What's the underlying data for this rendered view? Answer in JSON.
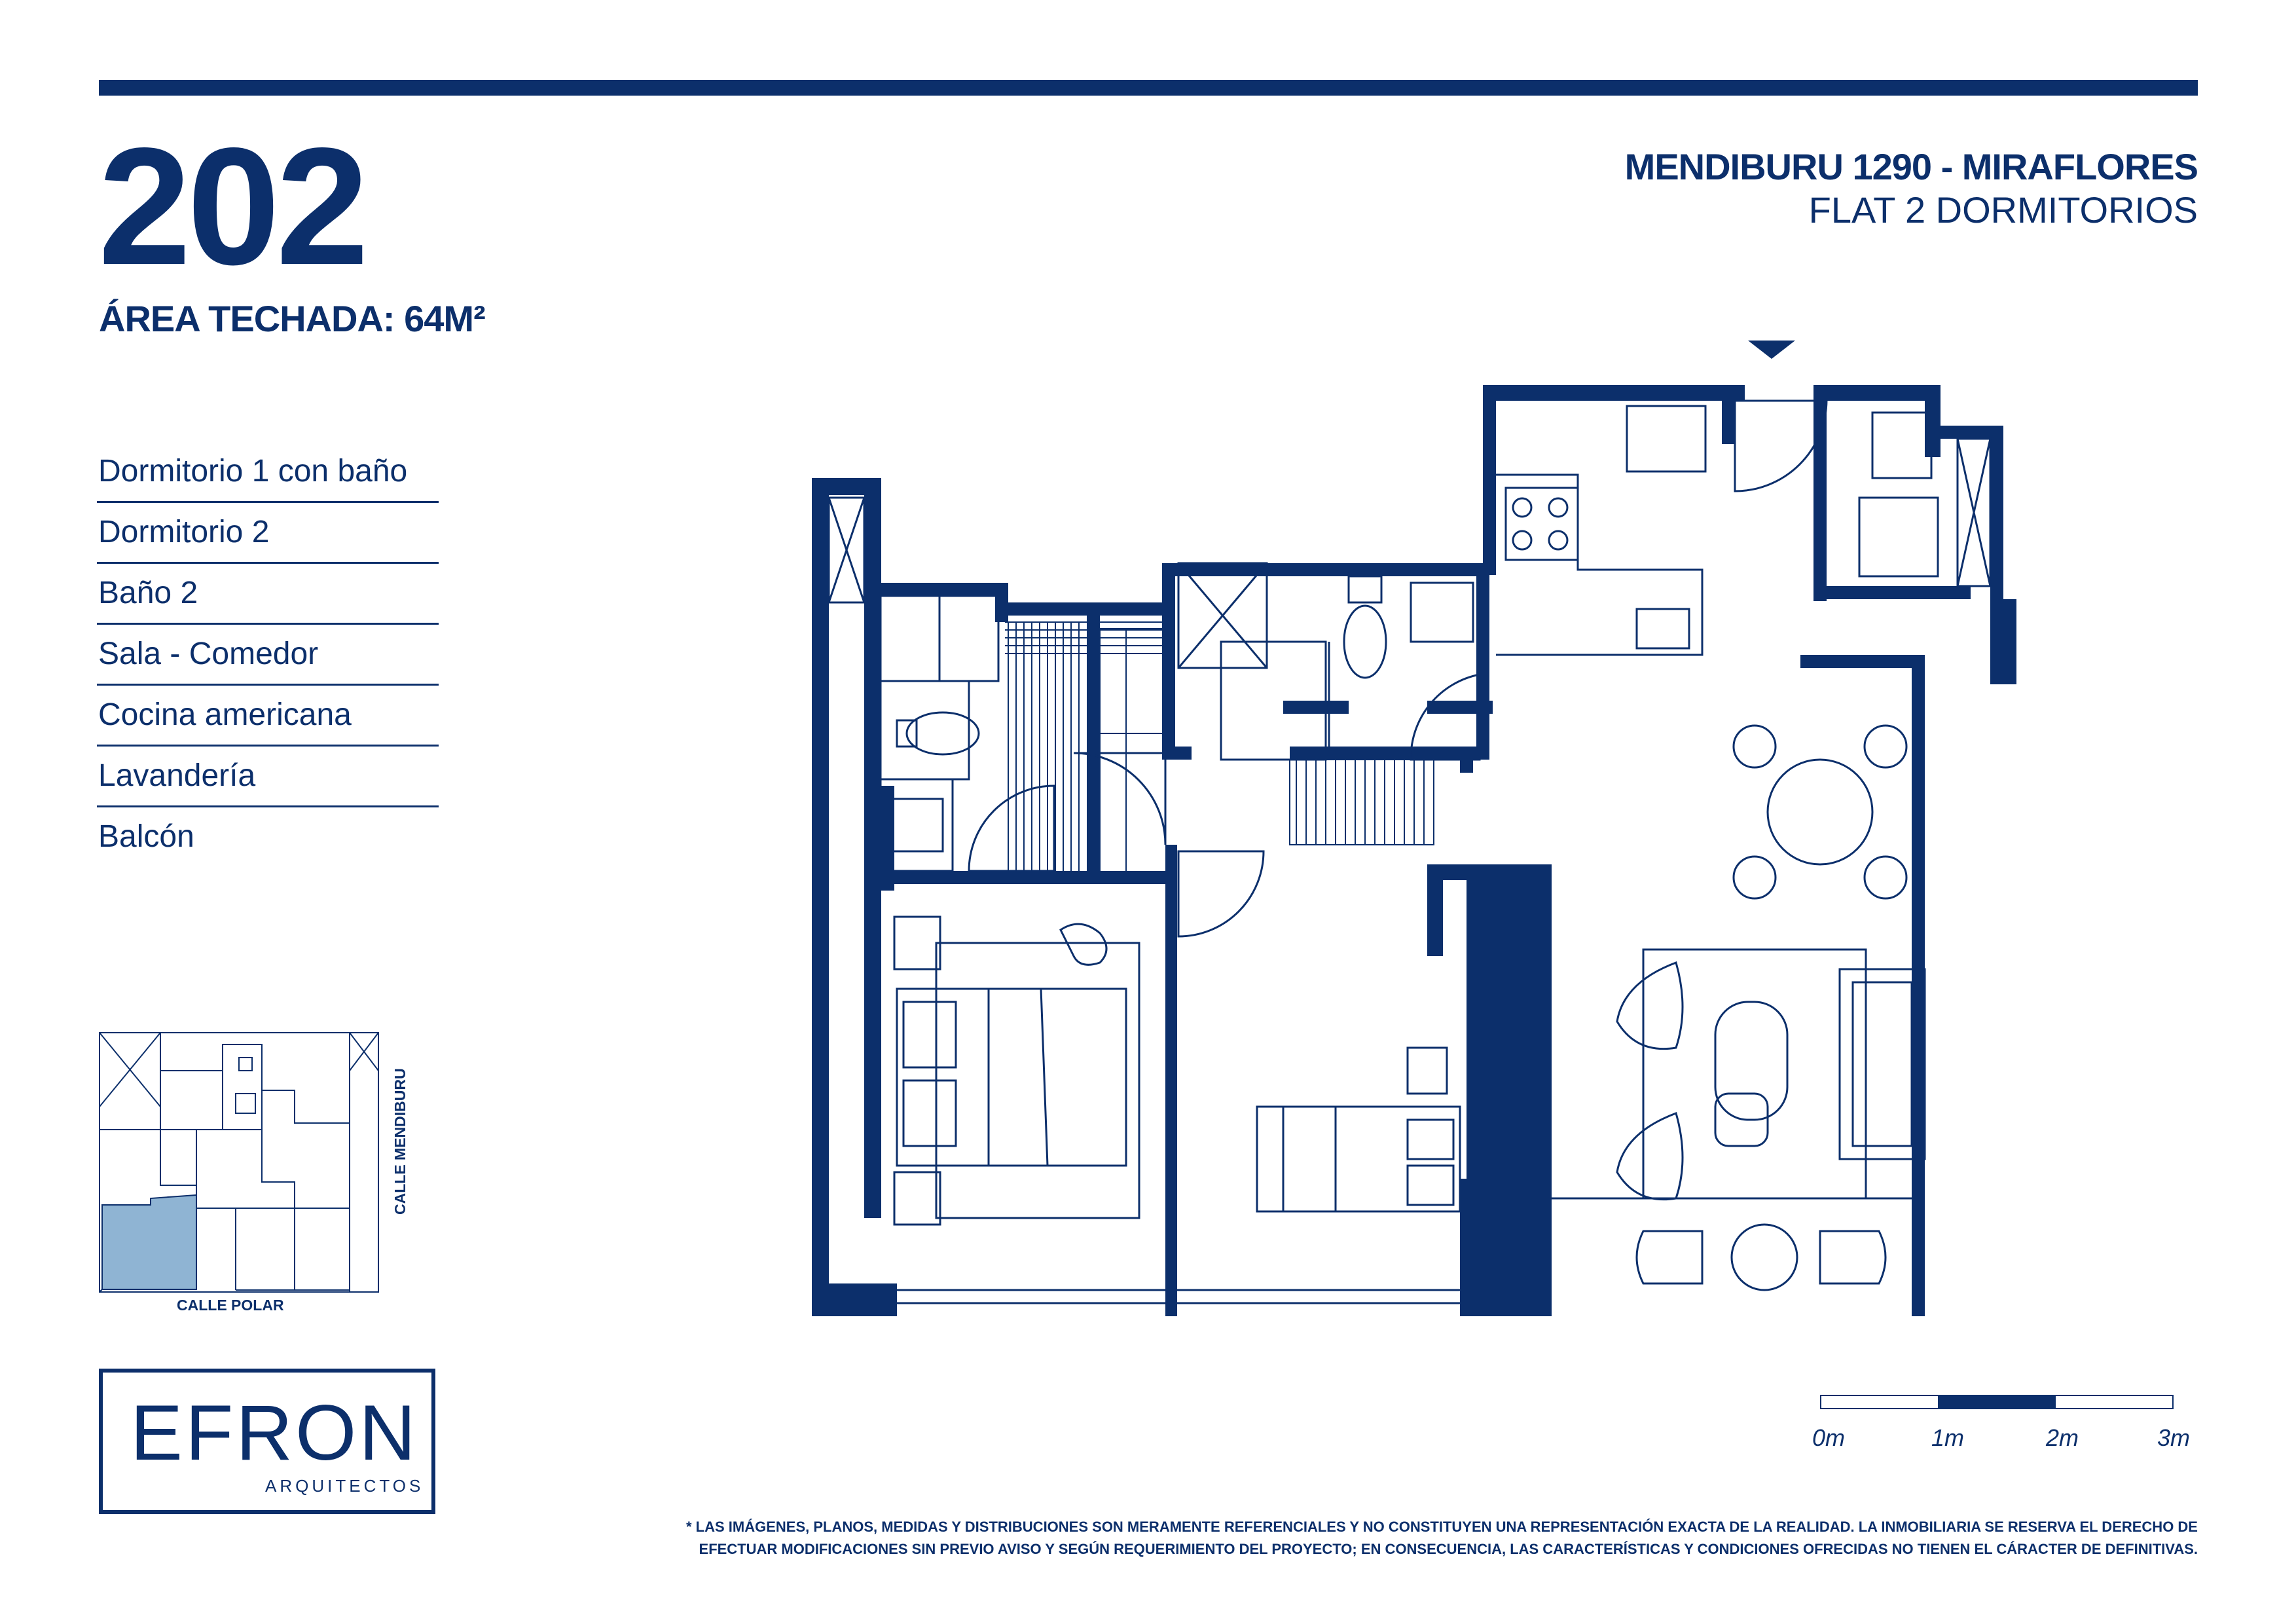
{
  "header": {
    "unit_number": "202",
    "area_label": "ÁREA TECHADA: 64M²",
    "project_title": "MENDIBURU 1290 - MIRAFLORES",
    "project_subtitle": "FLAT 2 DORMITORIOS"
  },
  "rooms": [
    "Dormitorio 1 con baño",
    "Dormitorio 2",
    "Baño 2",
    "Sala - Comedor",
    "Cocina americana",
    "Lavandería",
    "Balcón"
  ],
  "location_map": {
    "street_right": "CALLE MENDIBURU",
    "street_bottom": "CALLE POLAR",
    "highlight_color": "#8fb4d3"
  },
  "logo": {
    "name": "EFRON",
    "subtitle": "ARQUITECTOS"
  },
  "scale": {
    "labels": [
      "0m",
      "1m",
      "2m",
      "3m"
    ]
  },
  "disclaimer": {
    "line1": "* LAS IMÁGENES, PLANOS, MEDIDAS Y DISTRIBUCIONES SON MERAMENTE REFERENCIALES Y NO CONSTITUYEN UNA REPRESENTACIÓN EXACTA DE LA REALIDAD. LA INMOBILIARIA SE RESERVA EL DERECHO DE",
    "line2": "EFECTUAR MODIFICACIONES SIN PREVIO AVISO Y SEGÚN REQUERIMIENTO DEL PROYECTO; EN CONSECUENCIA, LAS CARACTERÍSTICAS Y CONDICIONES OFRECIDAS NO TIENEN EL CÁRACTER DE DEFINITIVAS."
  },
  "colors": {
    "brand": "#0c2f6b",
    "background": "#ffffff"
  }
}
